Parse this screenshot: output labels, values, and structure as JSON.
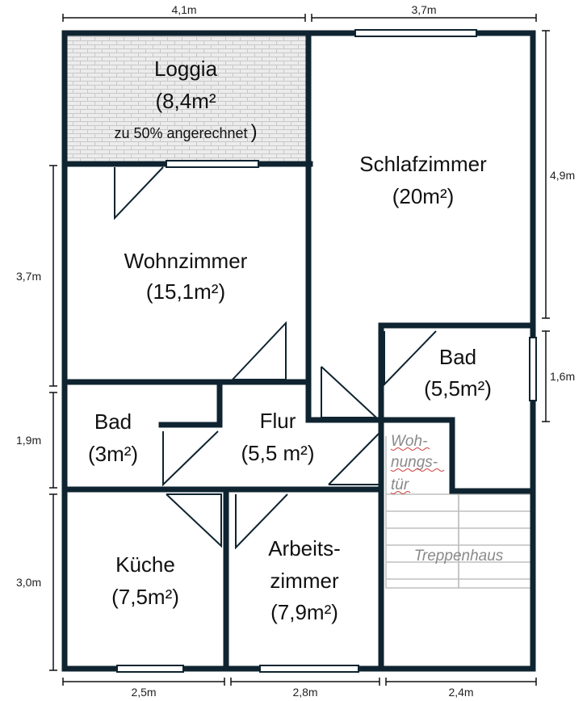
{
  "dimensions": {
    "top_left": "4,1m",
    "top_right": "3,7m",
    "right_upper": "4,9m",
    "right_lower": "1,6m",
    "left_upper": "3,7m",
    "left_middle": "1,9m",
    "left_lower": "3,0m",
    "bottom_left": "2,5m",
    "bottom_middle": "2,8m",
    "bottom_right": "2,4m"
  },
  "rooms": {
    "loggia": {
      "name": "Loggia",
      "area": "(8,4m²",
      "note": "zu 50% angerechnet",
      "note_paren": ")"
    },
    "schlafzimmer": {
      "name": "Schlafzimmer",
      "area": "(20m²)"
    },
    "wohnzimmer": {
      "name": "Wohnzimmer",
      "area": "(15,1m²)"
    },
    "bad_right": {
      "name": "Bad",
      "area": "(5,5m²)"
    },
    "bad_left": {
      "name": "Bad",
      "area": "(3m²)"
    },
    "flur": {
      "name": "Flur",
      "area": "(5,5 m²)"
    },
    "kueche": {
      "name": "Küche",
      "area": "(7,5m²)"
    },
    "arbeitszimmer": {
      "name_line1": "Arbeits-",
      "name_line2": "zimmer",
      "area": "(7,9m²)"
    },
    "wohnungstuer": {
      "line1": "Woh-",
      "line2": "nungs-",
      "line3": "tür"
    },
    "treppenhaus": {
      "name": "Treppenhaus"
    }
  },
  "colors": {
    "wall": "#0f2430",
    "loggia_fill": "#ececec",
    "stair": "#bfbfbf",
    "annotation_grey": "#8a8a8a",
    "spell_underline": "#d04040"
  }
}
